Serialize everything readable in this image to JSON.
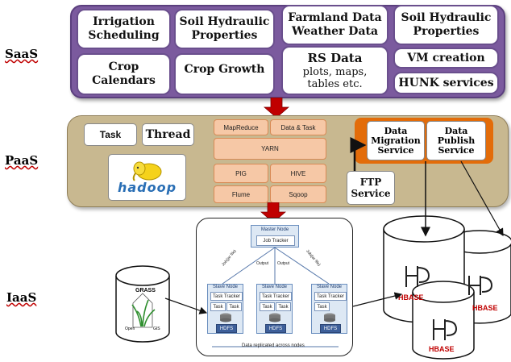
{
  "layers": {
    "saas": "SaaS",
    "paas": "PaaS",
    "iaas": "IaaS"
  },
  "saas": {
    "irrigation": [
      "Irrigation",
      "Scheduling"
    ],
    "soil1": [
      "Soil Hydraulic",
      "Properties"
    ],
    "farmland": [
      "Farmland Data",
      "Weather Data"
    ],
    "soil2": [
      "Soil Hydraulic",
      "Properties"
    ],
    "crop_cal": [
      "Crop",
      "Calendars"
    ],
    "crop_growth": "Crop Growth",
    "rs_title": "RS Data",
    "rs_sub": [
      "plots, maps,",
      "tables etc."
    ],
    "vm": "VM creation",
    "hunk": "HUNK services"
  },
  "paas": {
    "task": "Task",
    "thread": "Thread",
    "hadoop": "hadoop",
    "mapreduce": "MapReduce",
    "data_task": "Data & Task",
    "yarn": "YARN",
    "pig": "PIG",
    "hive": "HIVE",
    "flume": "Flume",
    "sqoop": "Sqoop",
    "migration": [
      "Data",
      "Migration",
      "Service"
    ],
    "publish": [
      "Data",
      "Publish",
      "Service"
    ],
    "ftp": [
      "FTP",
      "Service"
    ]
  },
  "iaas": {
    "master_node": "Master Node",
    "job_tracker": "Job Tracker",
    "job_label": "Job(jar file)",
    "output_label": "Output",
    "slave_node": "Slave Node",
    "task_tracker": "Task Tracker",
    "task": "Task",
    "hdfs": "HDFS",
    "replicated": "Data replicated across nodes",
    "grass": "GRASS",
    "open": "Open",
    "gis": "GIS",
    "hbase": "HBASE"
  },
  "colors": {
    "saas_bg": "#7b5a9e",
    "paas_bg": "#c8b890",
    "arrow": "#c00000",
    "service_orange": "#e36c09",
    "yarn_orange": "#f6c8a6"
  }
}
